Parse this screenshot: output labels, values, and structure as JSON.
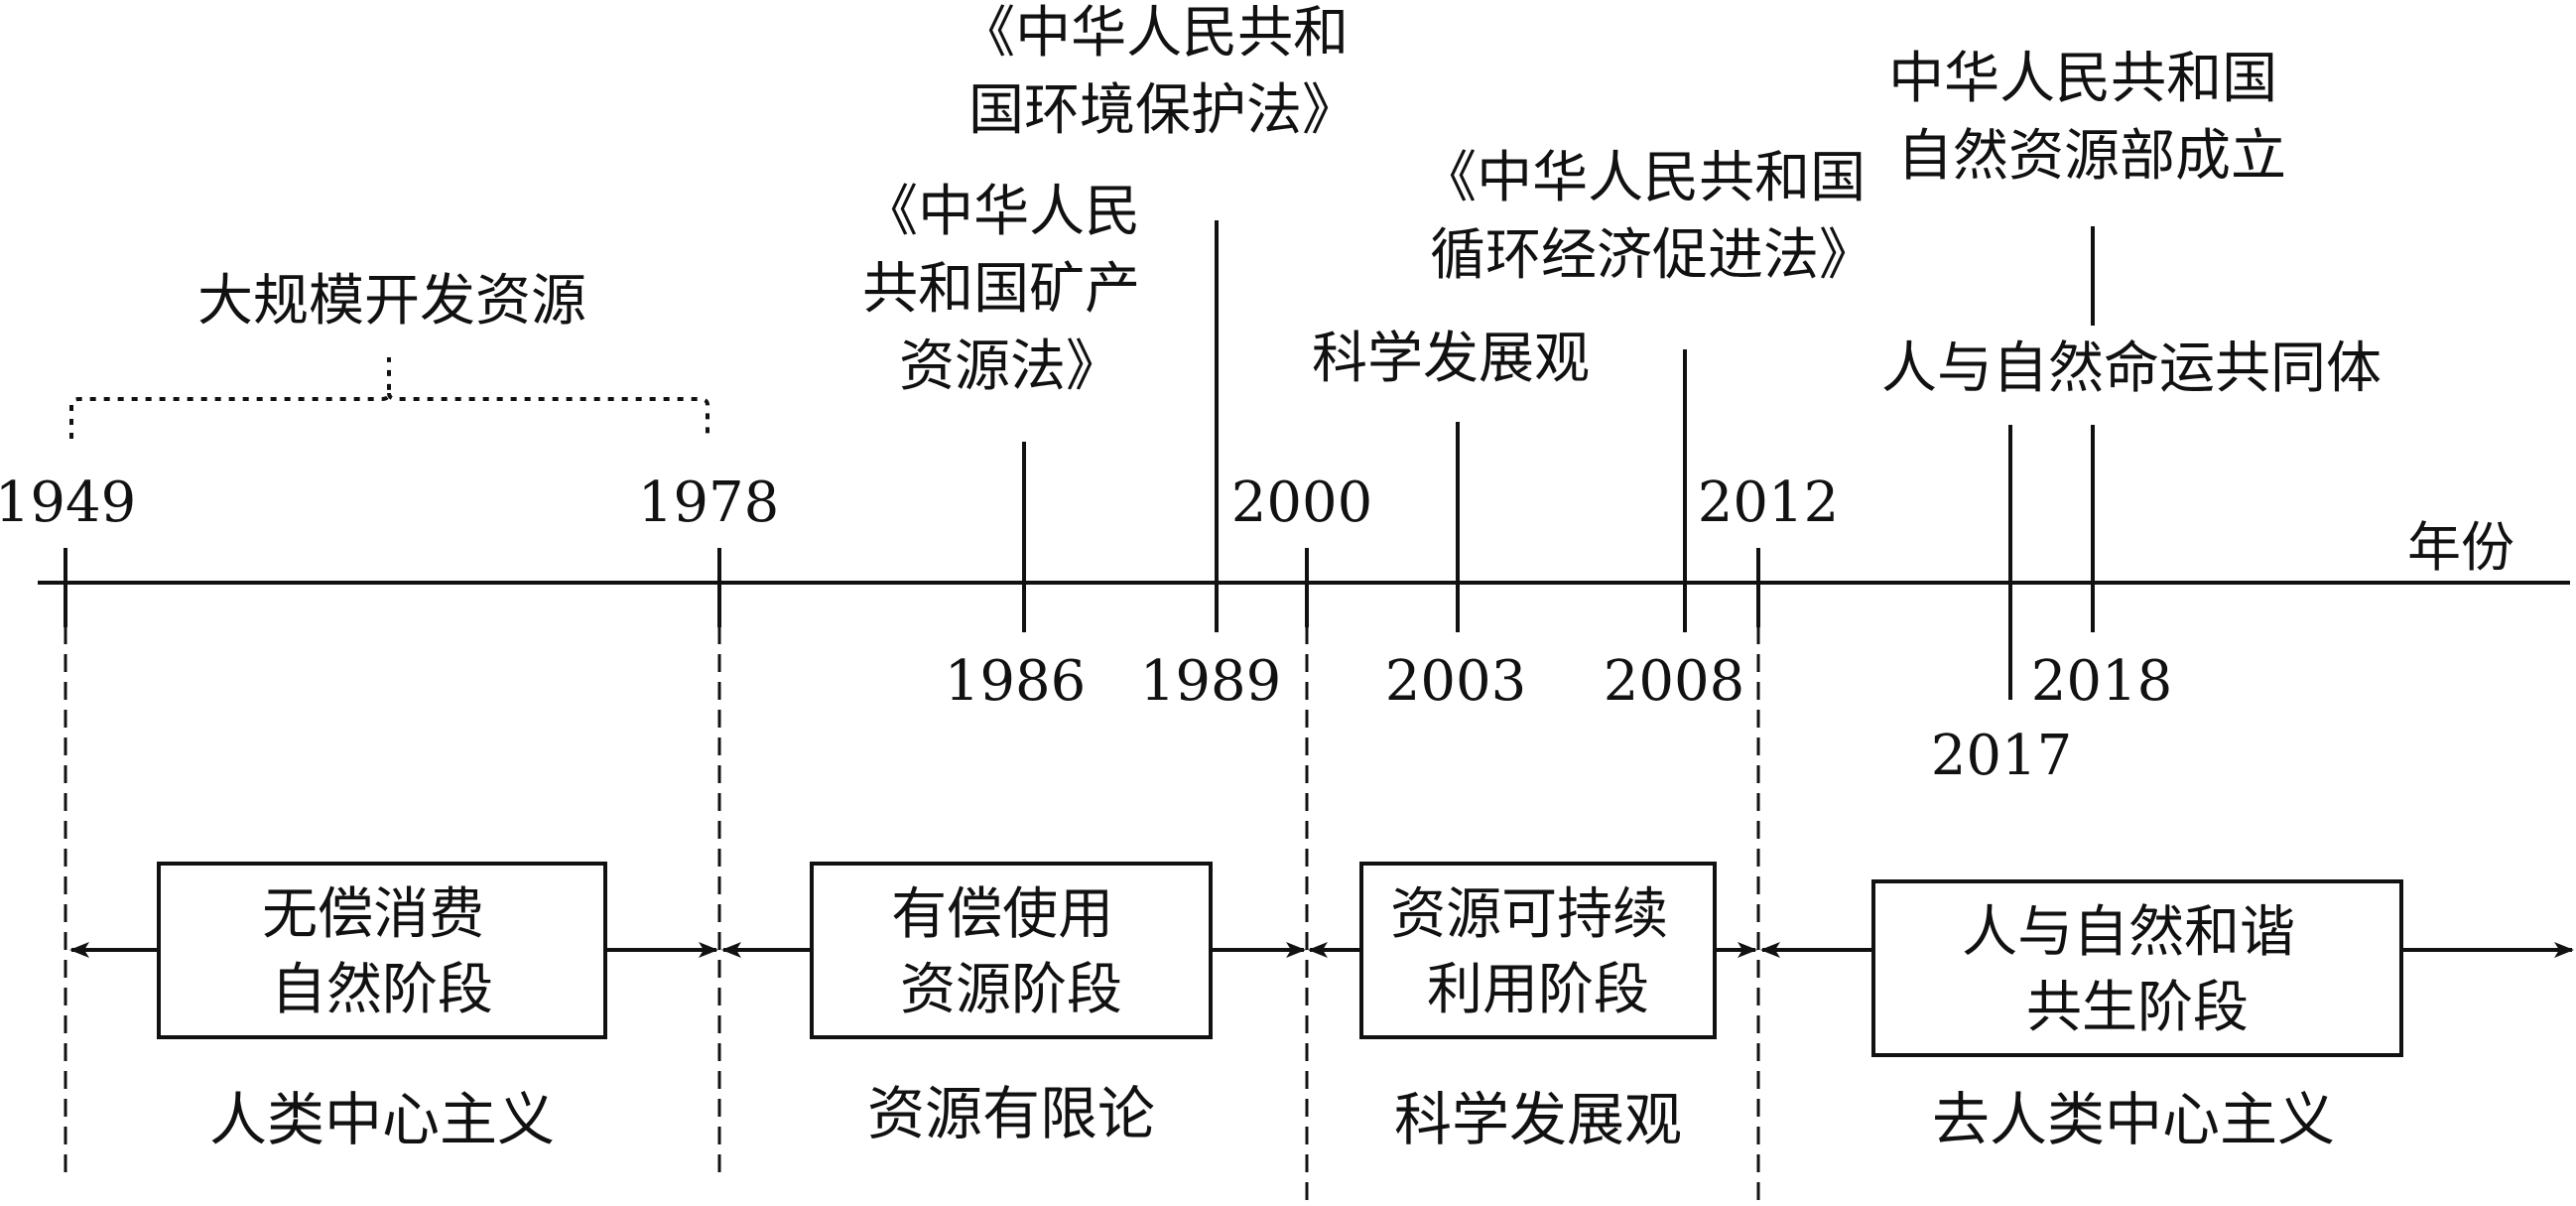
{
  "axis_label": "年份",
  "top_years": {
    "y1949": "1949",
    "y1978": "1978",
    "y2000": "2000",
    "y2012": "2012"
  },
  "bottom_years": {
    "y1986": "1986",
    "y1989": "1989",
    "y2003": "2003",
    "y2008": "2008",
    "y2017": "2017",
    "y2018": "2018"
  },
  "bracket_label": "大规模开发资源",
  "events": {
    "e1986": [
      "《中华人民",
      "共和国矿产",
      "资源法》"
    ],
    "e1989": [
      "《中华人民共和",
      "国环境保护法》"
    ],
    "e2003": [
      "科学发展观"
    ],
    "e2008": [
      "《中华人民共和国",
      "循环经济促进法》"
    ],
    "e2017": [
      "人与自然命运共同体"
    ],
    "e2018": [
      "中华人民共和国",
      "自然资源部成立"
    ]
  },
  "stages": [
    {
      "lines": [
        "无偿消费",
        "自然阶段"
      ],
      "philosophy": "人类中心主义"
    },
    {
      "lines": [
        "有偿使用",
        "资源阶段"
      ],
      "philosophy": "资源有限论"
    },
    {
      "lines": [
        "资源可持续",
        "利用阶段"
      ],
      "philosophy": "科学发展观"
    },
    {
      "lines": [
        "人与自然和谐",
        "共生阶段"
      ],
      "philosophy": "去人类中心主义"
    }
  ],
  "colors": {
    "ink": "#111111",
    "background": "#ffffff"
  }
}
